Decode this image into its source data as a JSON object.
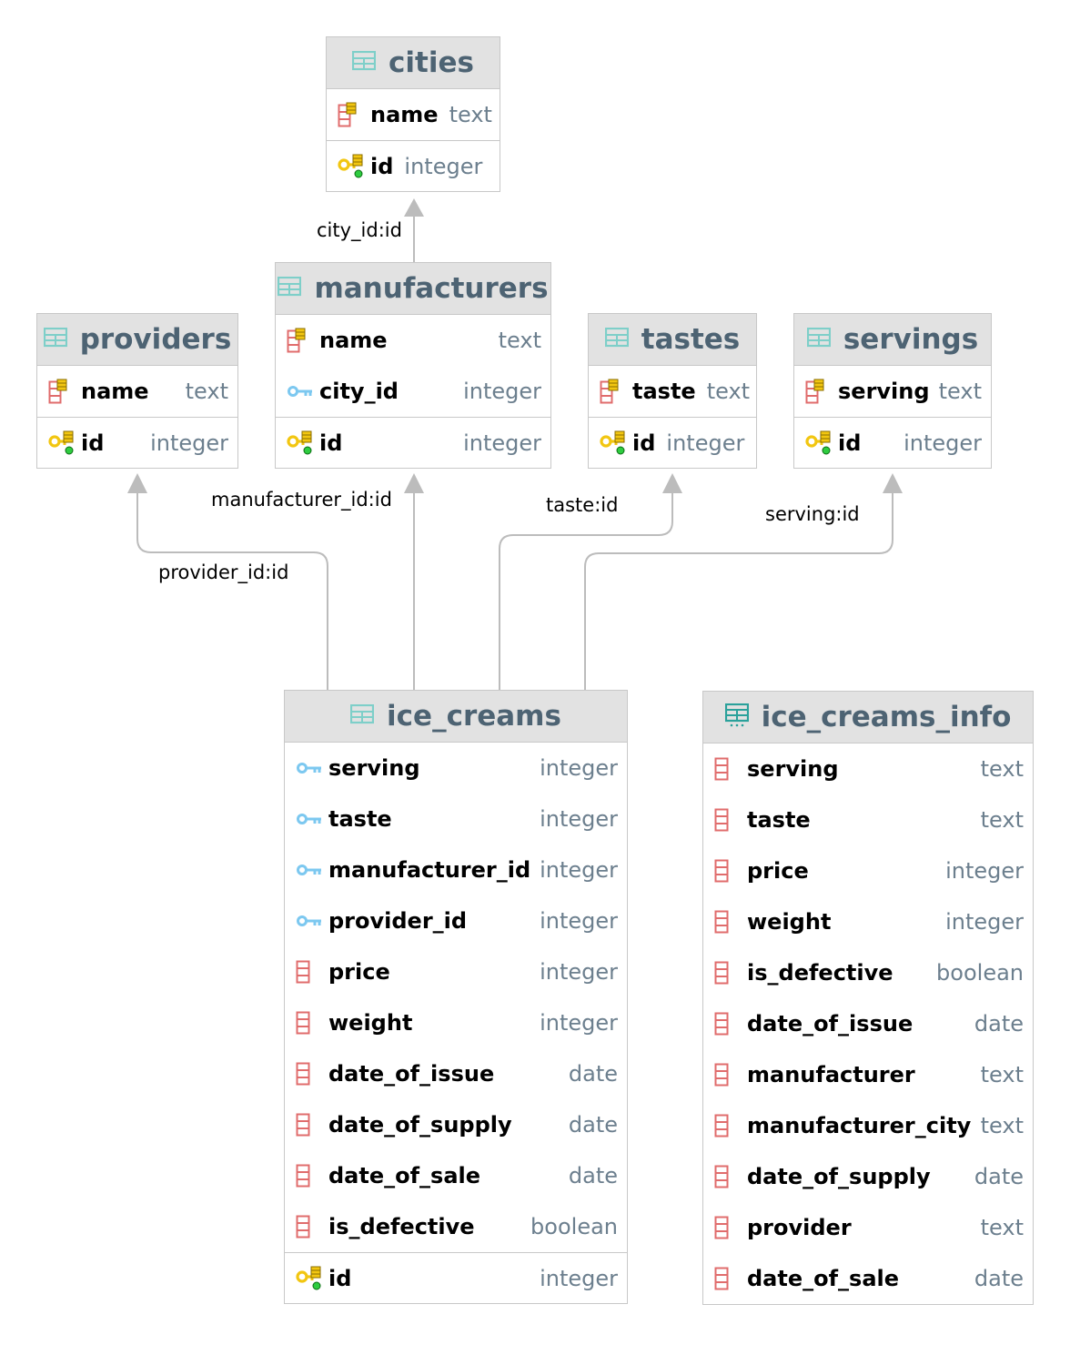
{
  "tables": {
    "cities": {
      "title": "cities",
      "icon": "table-icon",
      "columns": [
        {
          "name": "name",
          "type": "text",
          "icon": "column-unique-icon"
        },
        {
          "name": "id",
          "type": "integer",
          "icon": "primary-key-icon"
        }
      ]
    },
    "manufacturers": {
      "title": "manufacturers",
      "icon": "table-icon",
      "columns": [
        {
          "name": "name",
          "type": "text",
          "icon": "column-unique-icon"
        },
        {
          "name": "city_id",
          "type": "integer",
          "icon": "foreign-key-icon"
        },
        {
          "name": "id",
          "type": "integer",
          "icon": "primary-key-icon"
        }
      ]
    },
    "providers": {
      "title": "providers",
      "icon": "table-icon",
      "columns": [
        {
          "name": "name",
          "type": "text",
          "icon": "column-unique-icon"
        },
        {
          "name": "id",
          "type": "integer",
          "icon": "primary-key-icon"
        }
      ]
    },
    "tastes": {
      "title": "tastes",
      "icon": "table-icon",
      "columns": [
        {
          "name": "taste",
          "type": "text",
          "icon": "column-unique-icon"
        },
        {
          "name": "id",
          "type": "integer",
          "icon": "primary-key-icon"
        }
      ]
    },
    "servings": {
      "title": "servings",
      "icon": "table-icon",
      "columns": [
        {
          "name": "serving",
          "type": "text",
          "icon": "column-unique-icon"
        },
        {
          "name": "id",
          "type": "integer",
          "icon": "primary-key-icon"
        }
      ]
    },
    "ice_creams": {
      "title": "ice_creams",
      "icon": "table-icon",
      "columns": [
        {
          "name": "serving",
          "type": "integer",
          "icon": "foreign-key-icon"
        },
        {
          "name": "taste",
          "type": "integer",
          "icon": "foreign-key-icon"
        },
        {
          "name": "manufacturer_id",
          "type": "integer",
          "icon": "foreign-key-icon"
        },
        {
          "name": "provider_id",
          "type": "integer",
          "icon": "foreign-key-icon"
        },
        {
          "name": "price",
          "type": "integer",
          "icon": "column-icon"
        },
        {
          "name": "weight",
          "type": "integer",
          "icon": "column-icon"
        },
        {
          "name": "date_of_issue",
          "type": "date",
          "icon": "column-icon"
        },
        {
          "name": "date_of_supply",
          "type": "date",
          "icon": "column-icon"
        },
        {
          "name": "date_of_sale",
          "type": "date",
          "icon": "column-icon"
        },
        {
          "name": "is_defective",
          "type": "boolean",
          "icon": "column-icon"
        },
        {
          "name": "id",
          "type": "integer",
          "icon": "primary-key-icon"
        }
      ]
    },
    "ice_creams_info": {
      "title": "ice_creams_info",
      "icon": "view-icon",
      "columns": [
        {
          "name": "serving",
          "type": "text",
          "icon": "column-icon"
        },
        {
          "name": "taste",
          "type": "text",
          "icon": "column-icon"
        },
        {
          "name": "price",
          "type": "integer",
          "icon": "column-icon"
        },
        {
          "name": "weight",
          "type": "integer",
          "icon": "column-icon"
        },
        {
          "name": "is_defective",
          "type": "boolean",
          "icon": "column-icon"
        },
        {
          "name": "date_of_issue",
          "type": "date",
          "icon": "column-icon"
        },
        {
          "name": "manufacturer",
          "type": "text",
          "icon": "column-icon"
        },
        {
          "name": "manufacturer_city",
          "type": "text",
          "icon": "column-icon"
        },
        {
          "name": "date_of_supply",
          "type": "date",
          "icon": "column-icon"
        },
        {
          "name": "provider",
          "type": "text",
          "icon": "column-icon"
        },
        {
          "name": "date_of_sale",
          "type": "date",
          "icon": "column-icon"
        }
      ]
    }
  },
  "relations": {
    "manufacturers_cities": "city_id:id",
    "ice_creams_manufacturers": "manufacturer_id:id",
    "ice_creams_providers": "provider_id:id",
    "ice_creams_tastes": "taste:id",
    "ice_creams_servings": "serving:id"
  },
  "colors": {
    "header_bg": "#e2e2e2",
    "title_text": "#4d6373",
    "type_text": "#6c7f8e",
    "border": "#c8c8c8",
    "edge": "#bcbcbc",
    "key_gold": "#f2c611",
    "foreign_key_blue": "#7cc8f0",
    "column_red": "#e06c6c",
    "table_icon_teal": "#7ecfc9"
  }
}
